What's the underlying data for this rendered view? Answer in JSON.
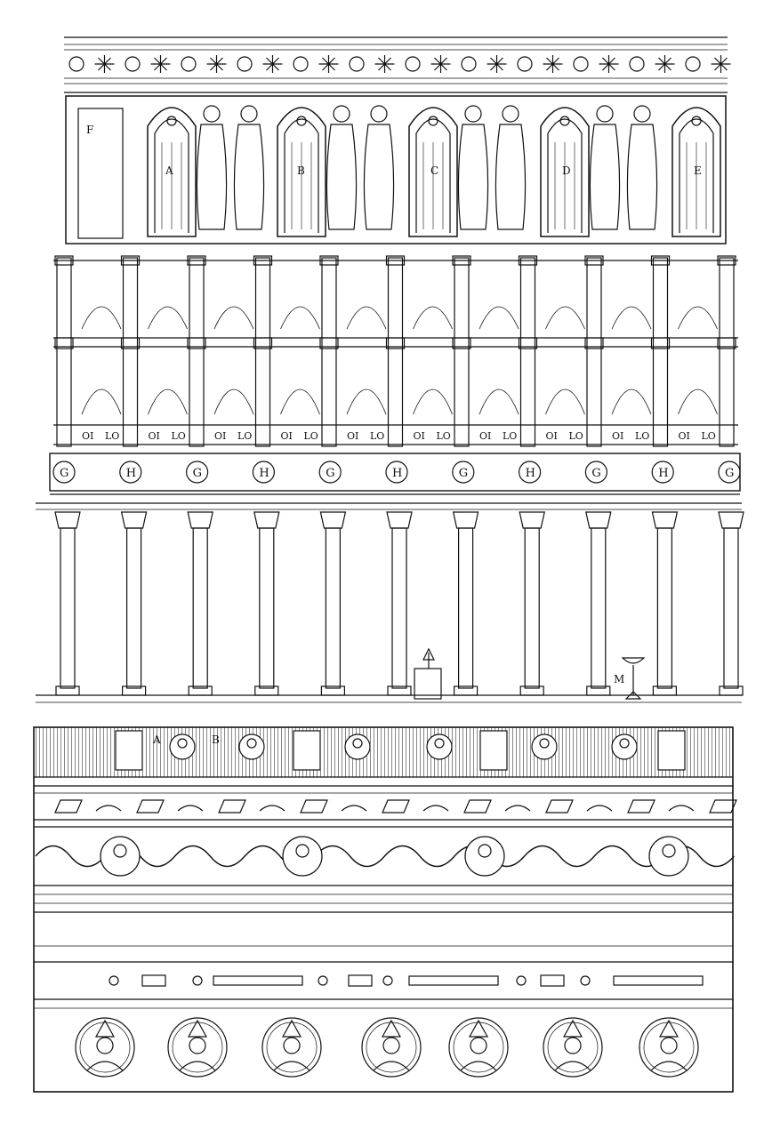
{
  "figure": {
    "upper_panel": {
      "niche_letters": [
        "F",
        "A",
        "B",
        "C",
        "D",
        "E"
      ],
      "frieze_labels": [
        "OI",
        "LO"
      ],
      "roundel_letters": [
        "G",
        "H"
      ],
      "lower_labels": [
        "M"
      ]
    },
    "lower_panel": {
      "roundel_letters": [
        "A",
        "B"
      ]
    }
  }
}
